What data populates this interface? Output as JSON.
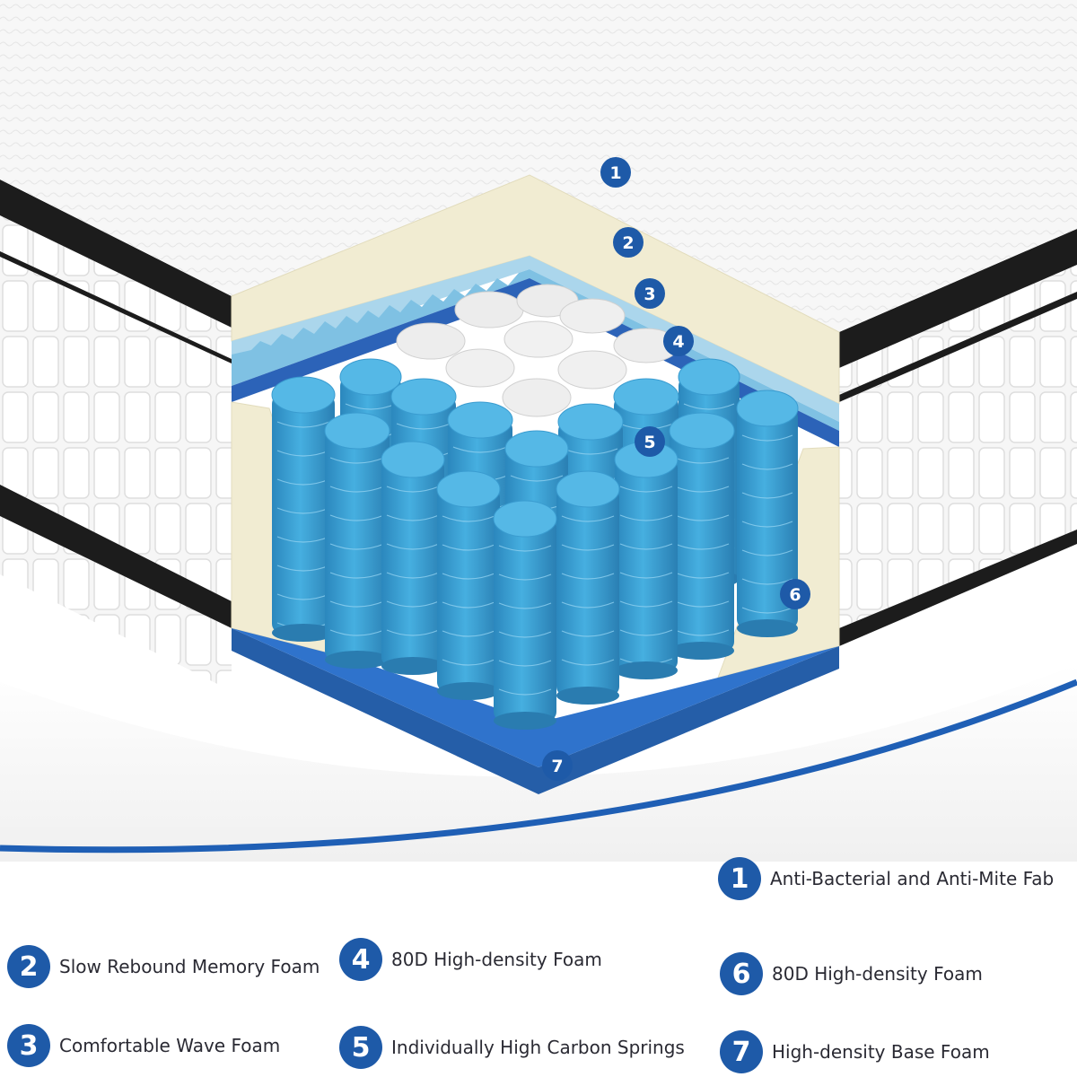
{
  "colors": {
    "badge": "#1e5aa8",
    "spring_blue": "#3aa3d6",
    "base_foam": "#2f73cc",
    "cream_foam": "#f1ecd2",
    "memory_foam": "#abd6ec",
    "black_band": "#1c1c1c"
  },
  "callouts": [
    {
      "number": "1",
      "icon": "layer-1-marker"
    },
    {
      "number": "2",
      "icon": "layer-2-marker"
    },
    {
      "number": "3",
      "icon": "layer-3-marker"
    },
    {
      "number": "4",
      "icon": "layer-4-marker"
    },
    {
      "number": "5",
      "icon": "layer-5-marker"
    },
    {
      "number": "6",
      "icon": "layer-6-marker"
    },
    {
      "number": "7",
      "icon": "layer-7-marker"
    }
  ],
  "legend": [
    {
      "number": "1",
      "label": "Anti-Bacterial and Anti-Mite Fab"
    },
    {
      "number": "2",
      "label": "Slow Rebound Memory Foam"
    },
    {
      "number": "3",
      "label": "Comfortable Wave Foam"
    },
    {
      "number": "4",
      "label": "80D High-density Foam"
    },
    {
      "number": "5",
      "label": "Individually High Carbon Springs"
    },
    {
      "number": "6",
      "label": "80D High-density Foam"
    },
    {
      "number": "7",
      "label": "High-density Base Foam"
    }
  ]
}
